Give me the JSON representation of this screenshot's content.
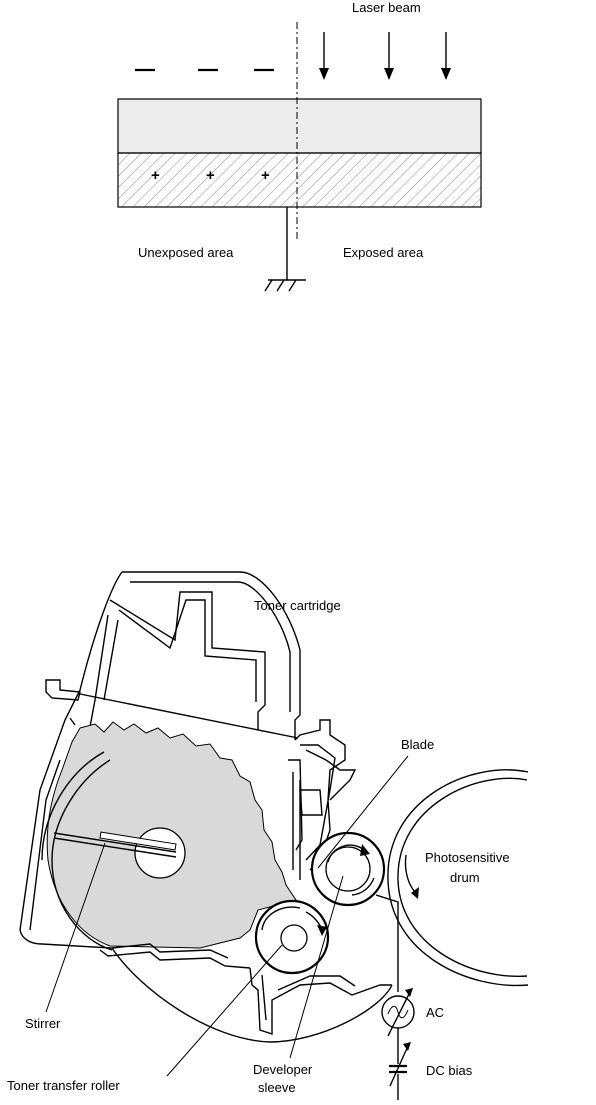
{
  "top_diagram": {
    "laser_beam": "Laser beam",
    "unexposed_area": "Unexposed area",
    "exposed_area": "Exposed area",
    "negative_sign": "—",
    "positive_sign": "+"
  },
  "bottom_diagram": {
    "toner_cartridge": "Toner cartridge",
    "blade": "Blade",
    "photosensitive": "Photosensitive",
    "drum": "drum",
    "stirrer": "Stirrer",
    "toner_transfer_roller": "Toner transfer roller",
    "developer": "Developer",
    "sleeve": "sleeve",
    "ac": "AC",
    "dc_bias": "DC bias"
  },
  "colors": {
    "layer_fill": "#ececec",
    "toner_fill": "#d9d9d9",
    "line": "#000000"
  }
}
